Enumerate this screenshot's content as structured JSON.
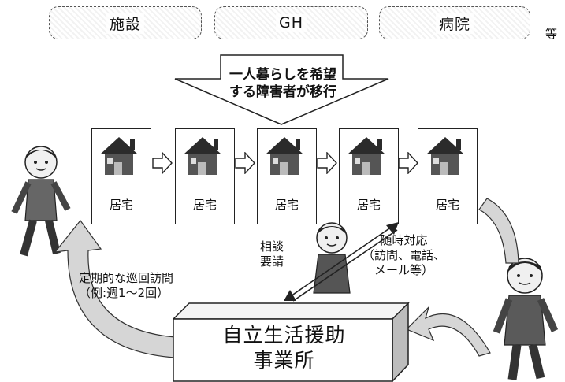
{
  "top_items": [
    "施設",
    "GH",
    "病院"
  ],
  "top_etc": "等",
  "migration_text_line1": "一人暮らしを希望",
  "migration_text_line2": "する障害者が移行",
  "homes": [
    "居宅",
    "居宅",
    "居宅",
    "居宅",
    "居宅"
  ],
  "periodic_visit_line1": "定期的な巡回訪問",
  "periodic_visit_line2": "（例:週1～2回）",
  "consult_line1": "相談",
  "consult_line2": "要請",
  "ondemand_line1": "随時対応",
  "ondemand_line2": "（訪問、電話、",
  "ondemand_line3": "メール等）",
  "office_line1": "自立生活援助",
  "office_line2": "事業所",
  "icons": [
    "house-icon",
    "person-icon",
    "curved-arrow-icon",
    "right-arrow-icon",
    "double-arrow-icon"
  ]
}
